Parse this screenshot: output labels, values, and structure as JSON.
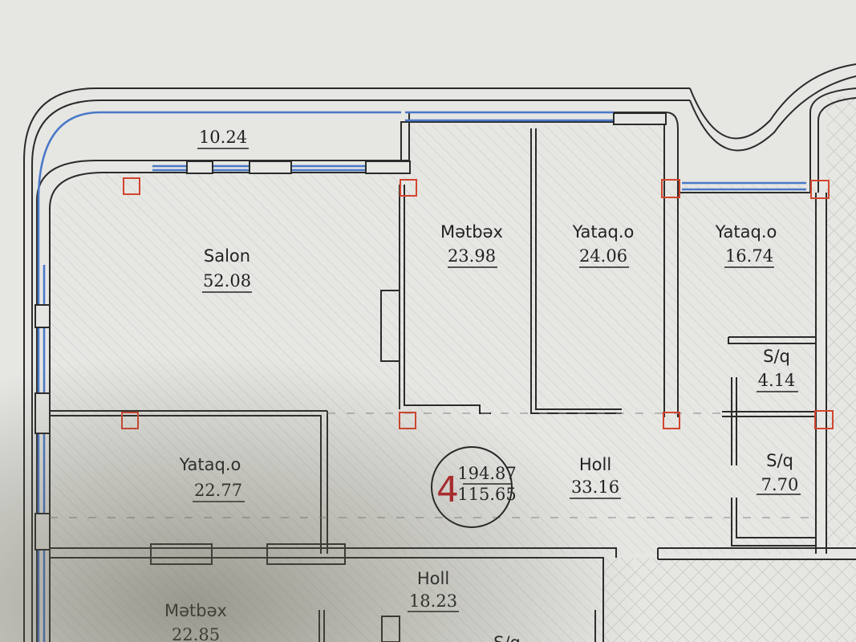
{
  "plan": {
    "window_dimension": "10.24",
    "rooms": [
      {
        "name": "Salon",
        "area": "52.08"
      },
      {
        "name": "Mətbəx",
        "area": "23.98"
      },
      {
        "name": "Yataq.o",
        "area": "24.06"
      },
      {
        "name": "Yataq.o",
        "area": "16.74"
      },
      {
        "name": "S/q",
        "area": "4.14"
      },
      {
        "name": "Yataq.o",
        "area": "22.77"
      },
      {
        "name": "Holl",
        "area": "33.16"
      },
      {
        "name": "S/q",
        "area": "7.70"
      },
      {
        "name": "Holl",
        "area": "18.23"
      },
      {
        "name": "Mətbəx",
        "area": "22.85"
      },
      {
        "name": "S/q",
        "area": ""
      }
    ],
    "apartment": {
      "number": "4",
      "total_area": "194.87",
      "living_area": "115.65"
    },
    "colors": {
      "wall": "#2b2b2b",
      "window": "#4a78c8",
      "column": "#d2452e",
      "apartment_number": "#b3262a",
      "paper": "#e6e6e3"
    }
  }
}
